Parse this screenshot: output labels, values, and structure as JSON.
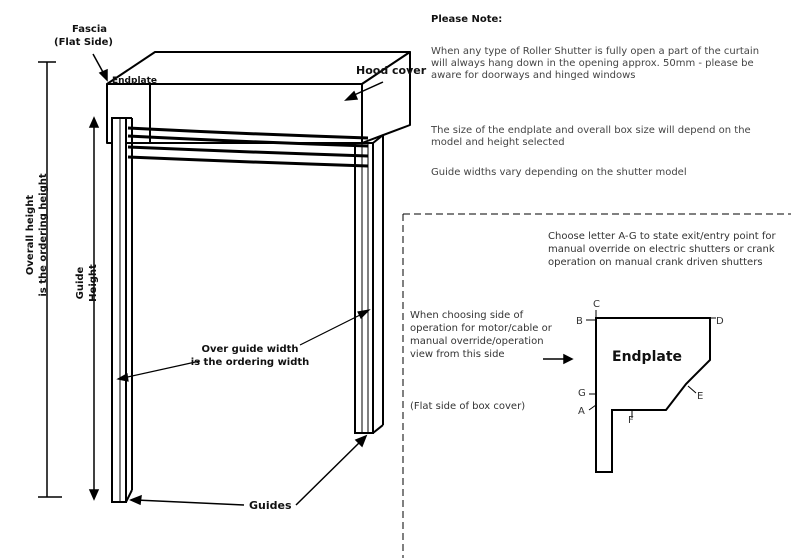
{
  "labels": {
    "fascia": "Fascia",
    "flat_side": "(Flat Side)",
    "endplate_small": "Endplate",
    "hood_cover": "Hood cover",
    "overall_height_1": "Overall height",
    "overall_height_2": "is the ordering height",
    "guide_height_1": "Guide",
    "guide_height_2": "Height",
    "over_guide_1": "Over guide width",
    "over_guide_2": "is the ordering width",
    "guides": "Guides"
  },
  "notes": {
    "title": "Please Note:",
    "p1": "When any type of Roller Shutter is fully open a part of the curtain will always hang down in the opening approx. 50mm - please be aware for doorways and hinged windows",
    "p2": "The size of the endplate and overall box size will depend on the model and height selected",
    "p3": "Guide widths vary depending on the shutter model"
  },
  "endplate_panel": {
    "instruction": "Choose letter A-G to state exit/entry point for manual override on electric shutters or crank operation on manual crank driven shutters",
    "side_text": "When choosing side of operation for motor/cable or manual override/operation view from this side",
    "flat_side_text": "(Flat side of box cover)",
    "title": "Endplate",
    "letters": [
      "A",
      "B",
      "C",
      "D",
      "E",
      "F",
      "G"
    ]
  }
}
